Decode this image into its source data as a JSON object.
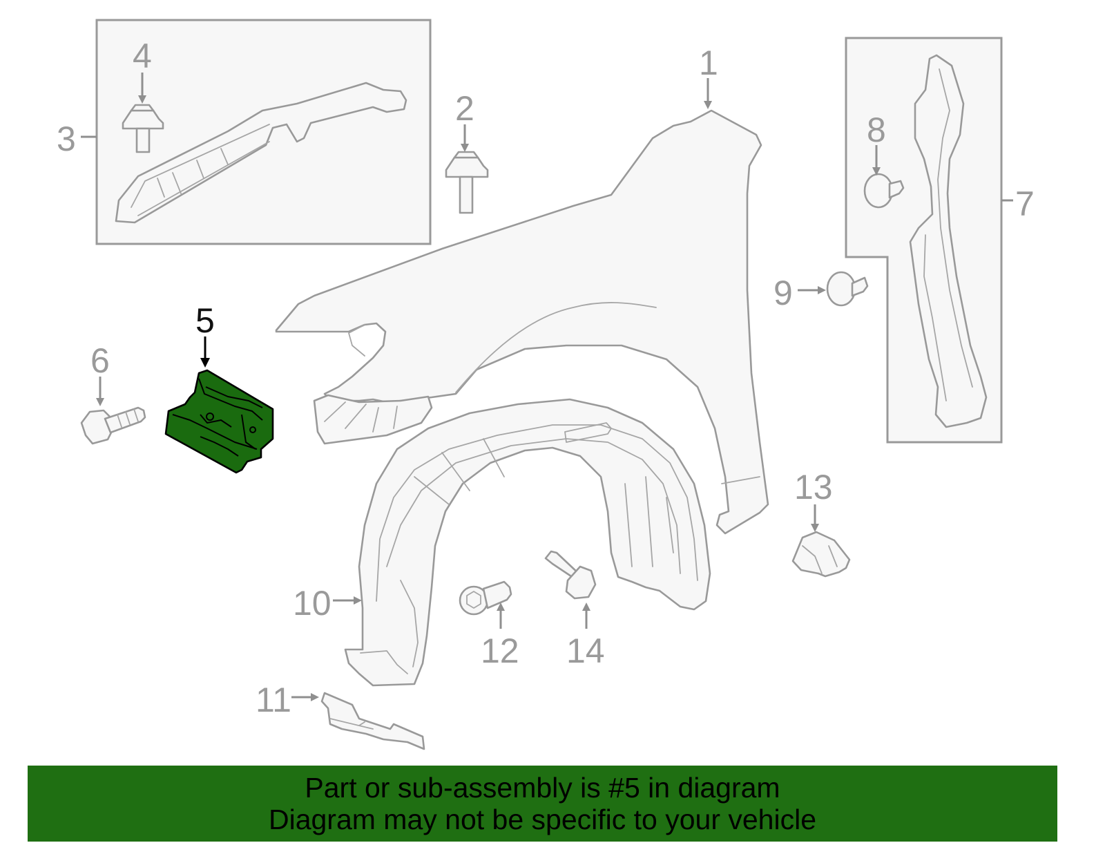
{
  "diagram": {
    "highlighted_part": "5",
    "highlight_color": "#1a6b0f",
    "line_color": "#999999",
    "callouts": [
      "1",
      "2",
      "3",
      "4",
      "5",
      "6",
      "7",
      "8",
      "9",
      "10",
      "11",
      "12",
      "13",
      "14"
    ]
  },
  "banner": {
    "line1": "Part or sub-assembly is #5 in diagram",
    "line2": "Diagram may not be specific to your vehicle",
    "background": "#1f6f12"
  }
}
